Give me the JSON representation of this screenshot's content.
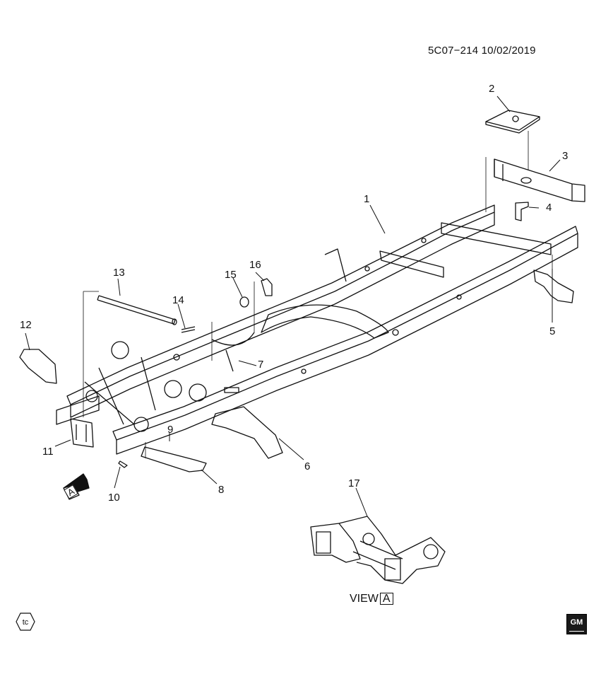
{
  "header": {
    "document_id": "5C07−214  10/02/2019"
  },
  "view": {
    "prefix": "VIEW",
    "letter": "A"
  },
  "arrow": {
    "letter": "A"
  },
  "badge": {
    "text": "tc"
  },
  "logo": {
    "text": "GM"
  },
  "callouts": [
    {
      "id": "1",
      "text": "1"
    },
    {
      "id": "2",
      "text": "2"
    },
    {
      "id": "3",
      "text": "3"
    },
    {
      "id": "4",
      "text": "4"
    },
    {
      "id": "5",
      "text": "5"
    },
    {
      "id": "6",
      "text": "6"
    },
    {
      "id": "7",
      "text": "7"
    },
    {
      "id": "8",
      "text": "8"
    },
    {
      "id": "9",
      "text": "9"
    },
    {
      "id": "10",
      "text": "10"
    },
    {
      "id": "11",
      "text": "11"
    },
    {
      "id": "12",
      "text": "12"
    },
    {
      "id": "13",
      "text": "13"
    },
    {
      "id": "14",
      "text": "14"
    },
    {
      "id": "15",
      "text": "15"
    },
    {
      "id": "16",
      "text": "16"
    },
    {
      "id": "17",
      "text": "17"
    }
  ]
}
